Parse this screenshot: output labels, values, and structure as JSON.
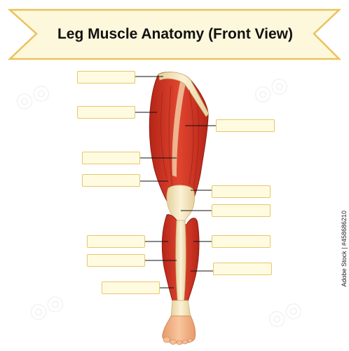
{
  "banner": {
    "title": "Leg Muscle Anatomy (Front View)",
    "colors": {
      "fill": "#fdf8dc",
      "stroke": "#e9c35c"
    }
  },
  "watermark": {
    "text": "Adobe Stock",
    "id": "#458686210"
  },
  "diagram": {
    "subject": "leg-muscles-front",
    "label_boxes": [
      {
        "id": "box-1",
        "text": ""
      },
      {
        "id": "box-2",
        "text": ""
      },
      {
        "id": "box-3",
        "text": ""
      },
      {
        "id": "box-4",
        "text": ""
      },
      {
        "id": "box-5",
        "text": ""
      },
      {
        "id": "box-6",
        "text": ""
      },
      {
        "id": "box-7",
        "text": ""
      },
      {
        "id": "box-8",
        "text": ""
      },
      {
        "id": "box-9",
        "text": ""
      },
      {
        "id": "box-10",
        "text": ""
      },
      {
        "id": "box-11",
        "text": ""
      },
      {
        "id": "box-12",
        "text": ""
      }
    ],
    "colors": {
      "muscle": "#d9382a",
      "muscle_dark": "#a9241b",
      "tendon": "#f1e2bb",
      "skin": "#f3b487",
      "box_fill": "#fffbe1",
      "box_stroke": "#e8c66a"
    }
  }
}
